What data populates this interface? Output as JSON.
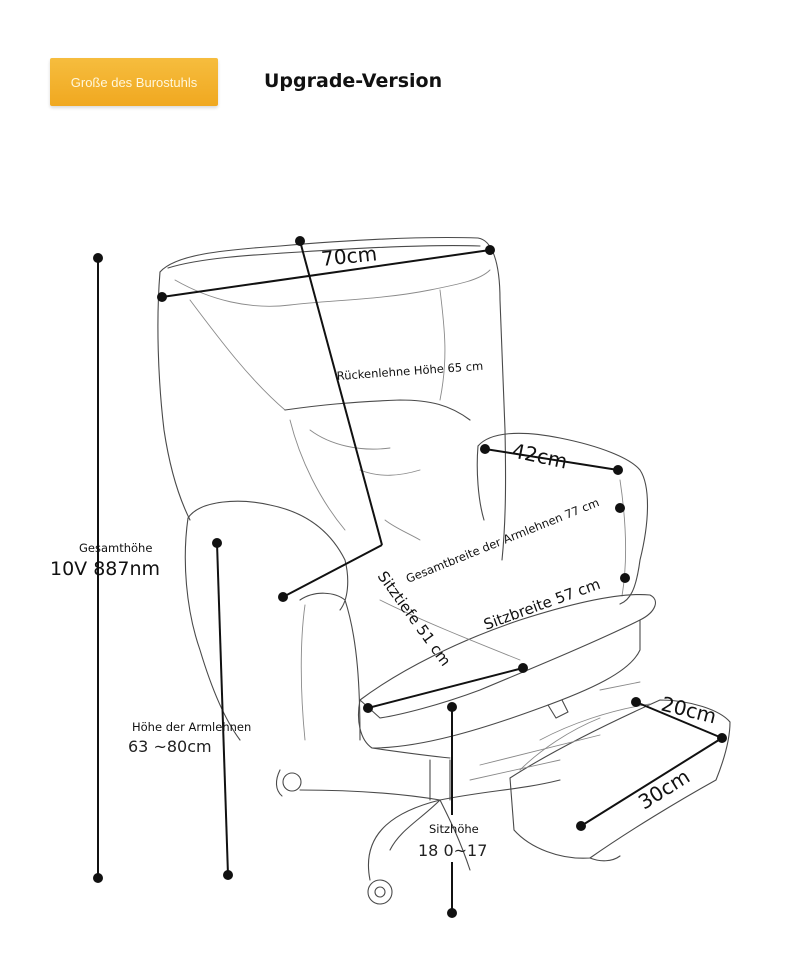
{
  "header": {
    "badge_label": "Große des Burostuhls",
    "title": "Upgrade-Version",
    "badge_color": "#f2ae28"
  },
  "dimensions": {
    "backrest_width": "70cm",
    "backrest_height": "Rückenlehne Höhe 65 cm",
    "armrest_length": "42cm",
    "armrest_total_width": "Gesamtbreite der Armlehnen 77 cm",
    "seat_depth": "Sitztiefe 51 cm",
    "seat_width": "Sitzbreite 57 cm",
    "total_height_label": "Gesamthöhe",
    "total_height_value": "10V 887nm",
    "armrest_height_label": "Höhe der Armlehnen",
    "armrest_height_value": "63 ~80cm",
    "seat_height_label": "Sitzhöhe",
    "seat_height_value": "18 0~17",
    "footrest_width": "20cm",
    "footrest_length": "30cm"
  }
}
